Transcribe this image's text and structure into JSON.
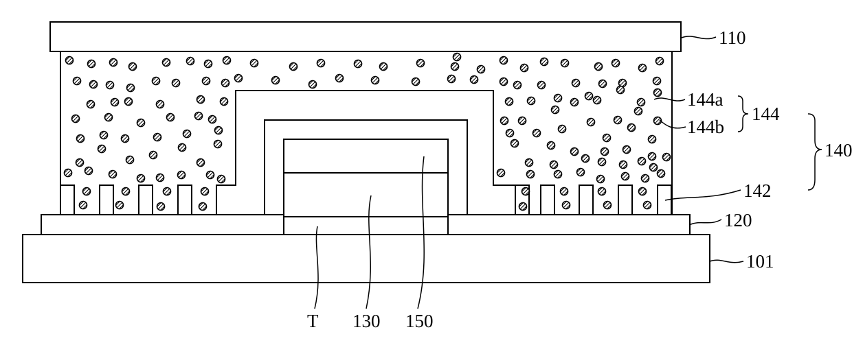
{
  "labels": {
    "top_cover": "110",
    "layer_144a": "144a",
    "layer_144b": "144b",
    "group_144": "144",
    "group_140": "140",
    "pillars_142": "142",
    "layer_120": "120",
    "substrate_101": "101",
    "element_T": "T",
    "element_130": "130",
    "element_150": "150"
  }
}
